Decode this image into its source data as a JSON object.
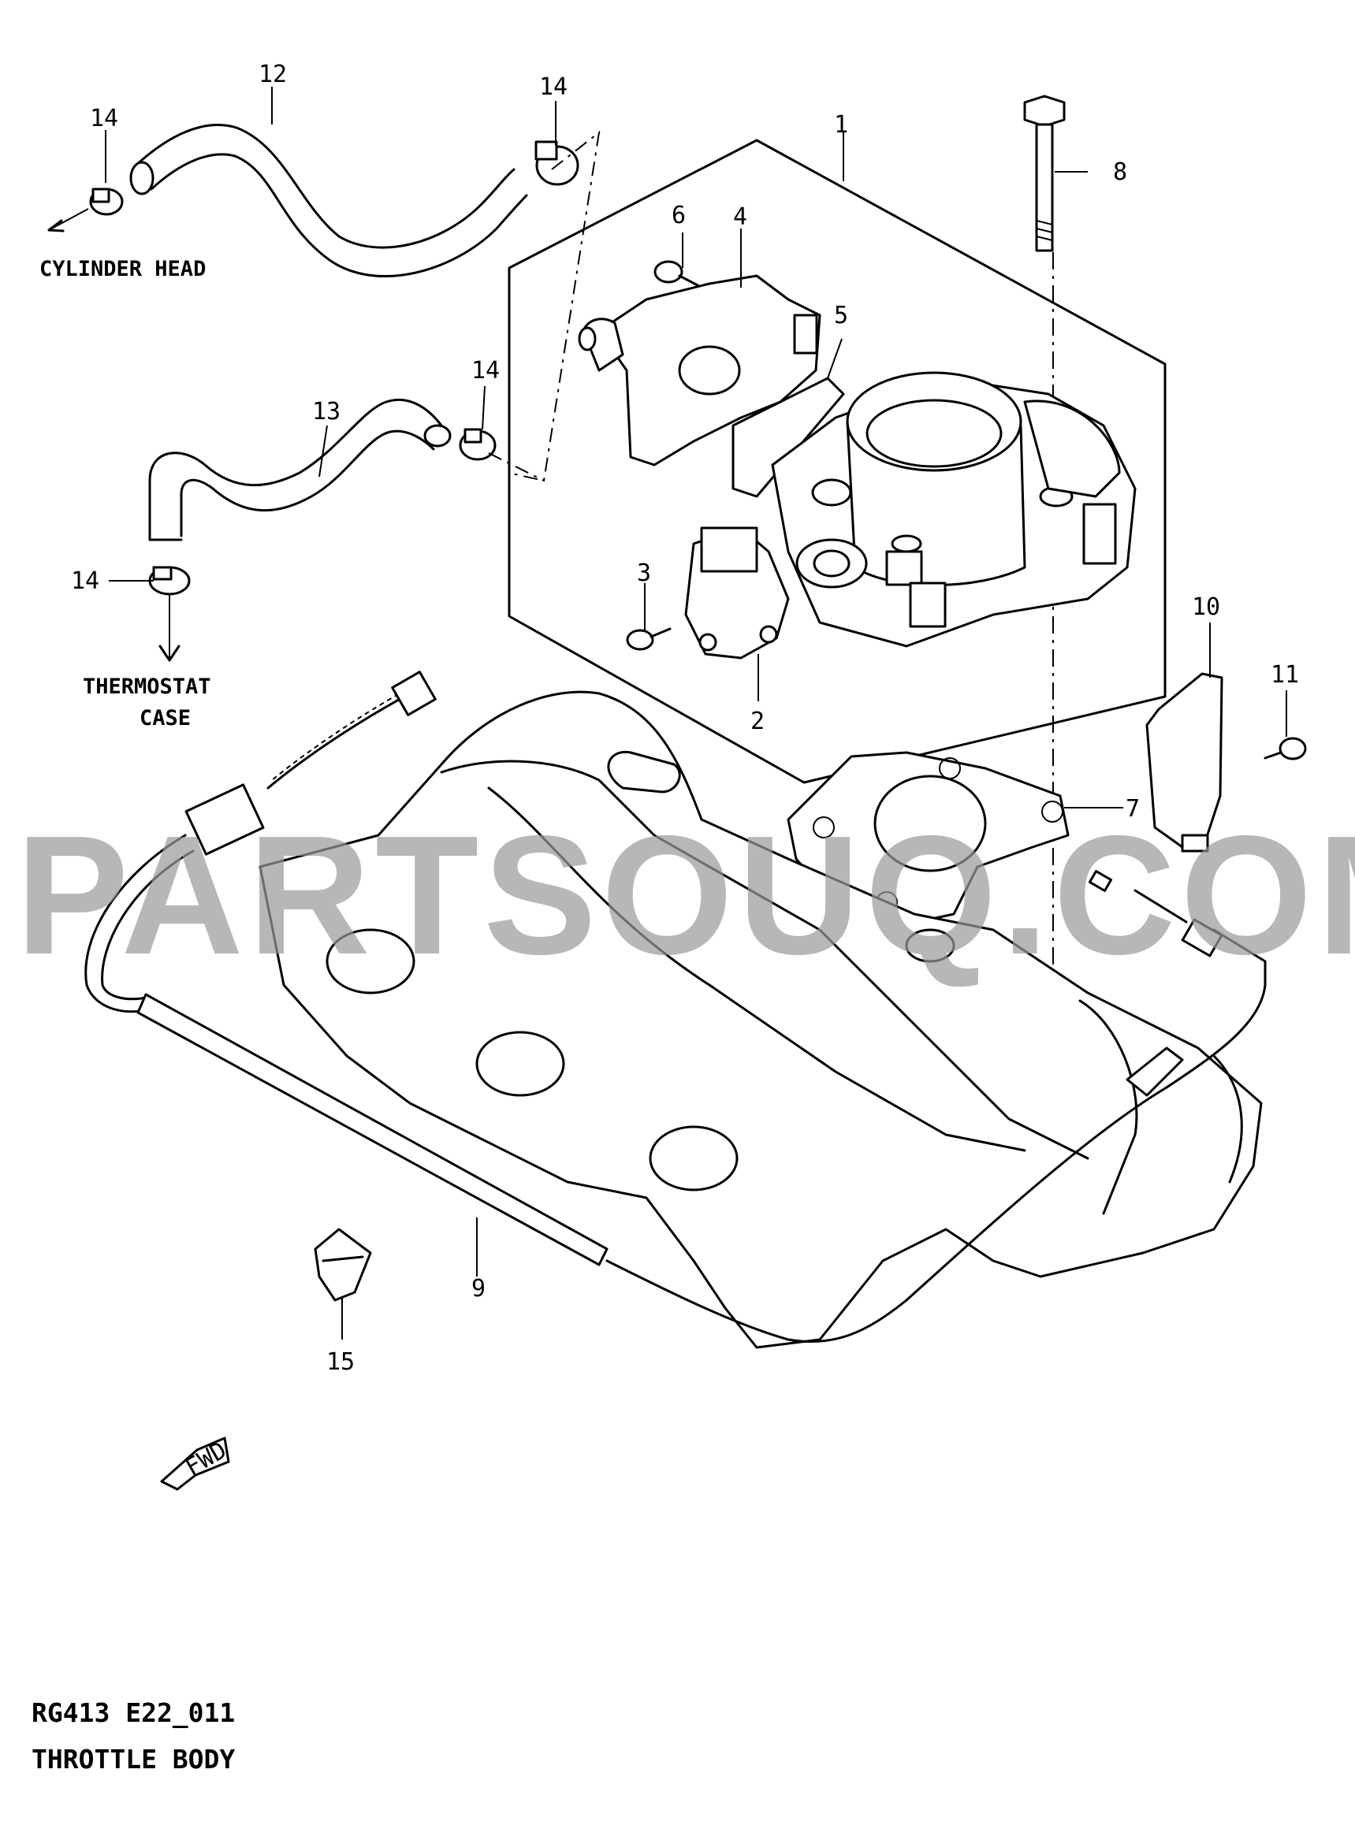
{
  "watermark": "PARTSOUQ.COM",
  "callouts": [
    "1",
    "2",
    "3",
    "4",
    "5",
    "6",
    "7",
    "8",
    "9",
    "10",
    "11",
    "12",
    "13",
    "14",
    "14",
    "14",
    "14",
    "15"
  ],
  "notes": {
    "cylinder_head": "CYLINDER HEAD",
    "thermostat_line1": "THERMOSTAT",
    "thermostat_line2": "CASE"
  },
  "fwd_label": "FWD",
  "footer": {
    "code": "RG413 E22_011",
    "title": "THROTTLE BODY"
  }
}
